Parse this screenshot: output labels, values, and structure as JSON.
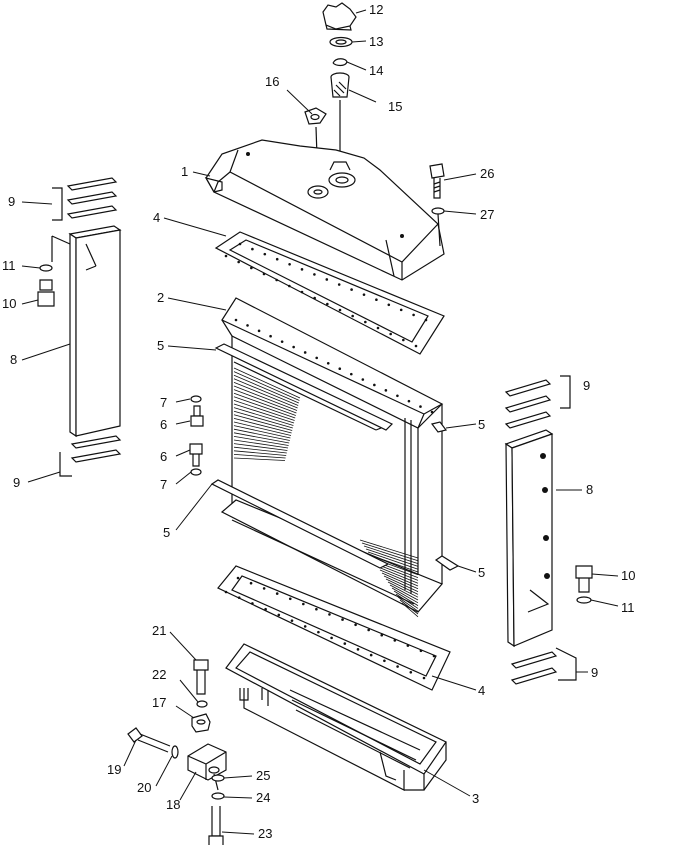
{
  "callouts": [
    {
      "id": "c12",
      "text": "12"
    },
    {
      "id": "c13",
      "text": "13"
    },
    {
      "id": "c14",
      "text": "14"
    },
    {
      "id": "c16",
      "text": "16"
    },
    {
      "id": "c15",
      "text": "15"
    },
    {
      "id": "c1",
      "text": "1"
    },
    {
      "id": "c26",
      "text": "26"
    },
    {
      "id": "c27",
      "text": "27"
    },
    {
      "id": "c9a",
      "text": "9"
    },
    {
      "id": "c4a",
      "text": "4"
    },
    {
      "id": "c11a",
      "text": "11"
    },
    {
      "id": "c10a",
      "text": "10"
    },
    {
      "id": "c2",
      "text": "2"
    },
    {
      "id": "c8a",
      "text": "8"
    },
    {
      "id": "c5a",
      "text": "5"
    },
    {
      "id": "c9b",
      "text": "9"
    },
    {
      "id": "c7a",
      "text": "7"
    },
    {
      "id": "c6a",
      "text": "6"
    },
    {
      "id": "c5b",
      "text": "5"
    },
    {
      "id": "c6b",
      "text": "6"
    },
    {
      "id": "c9c",
      "text": "9"
    },
    {
      "id": "c7b",
      "text": "7"
    },
    {
      "id": "c8b",
      "text": "8"
    },
    {
      "id": "c5c",
      "text": "5"
    },
    {
      "id": "c5d",
      "text": "5"
    },
    {
      "id": "c10b",
      "text": "10"
    },
    {
      "id": "c11b",
      "text": "11"
    },
    {
      "id": "c21",
      "text": "21"
    },
    {
      "id": "c9d",
      "text": "9"
    },
    {
      "id": "c22",
      "text": "22"
    },
    {
      "id": "c4b",
      "text": "4"
    },
    {
      "id": "c17",
      "text": "17"
    },
    {
      "id": "c19",
      "text": "19"
    },
    {
      "id": "c20",
      "text": "20"
    },
    {
      "id": "c25",
      "text": "25"
    },
    {
      "id": "c3",
      "text": "3"
    },
    {
      "id": "c24",
      "text": "24"
    },
    {
      "id": "c18",
      "text": "18"
    },
    {
      "id": "c23",
      "text": "23"
    }
  ]
}
